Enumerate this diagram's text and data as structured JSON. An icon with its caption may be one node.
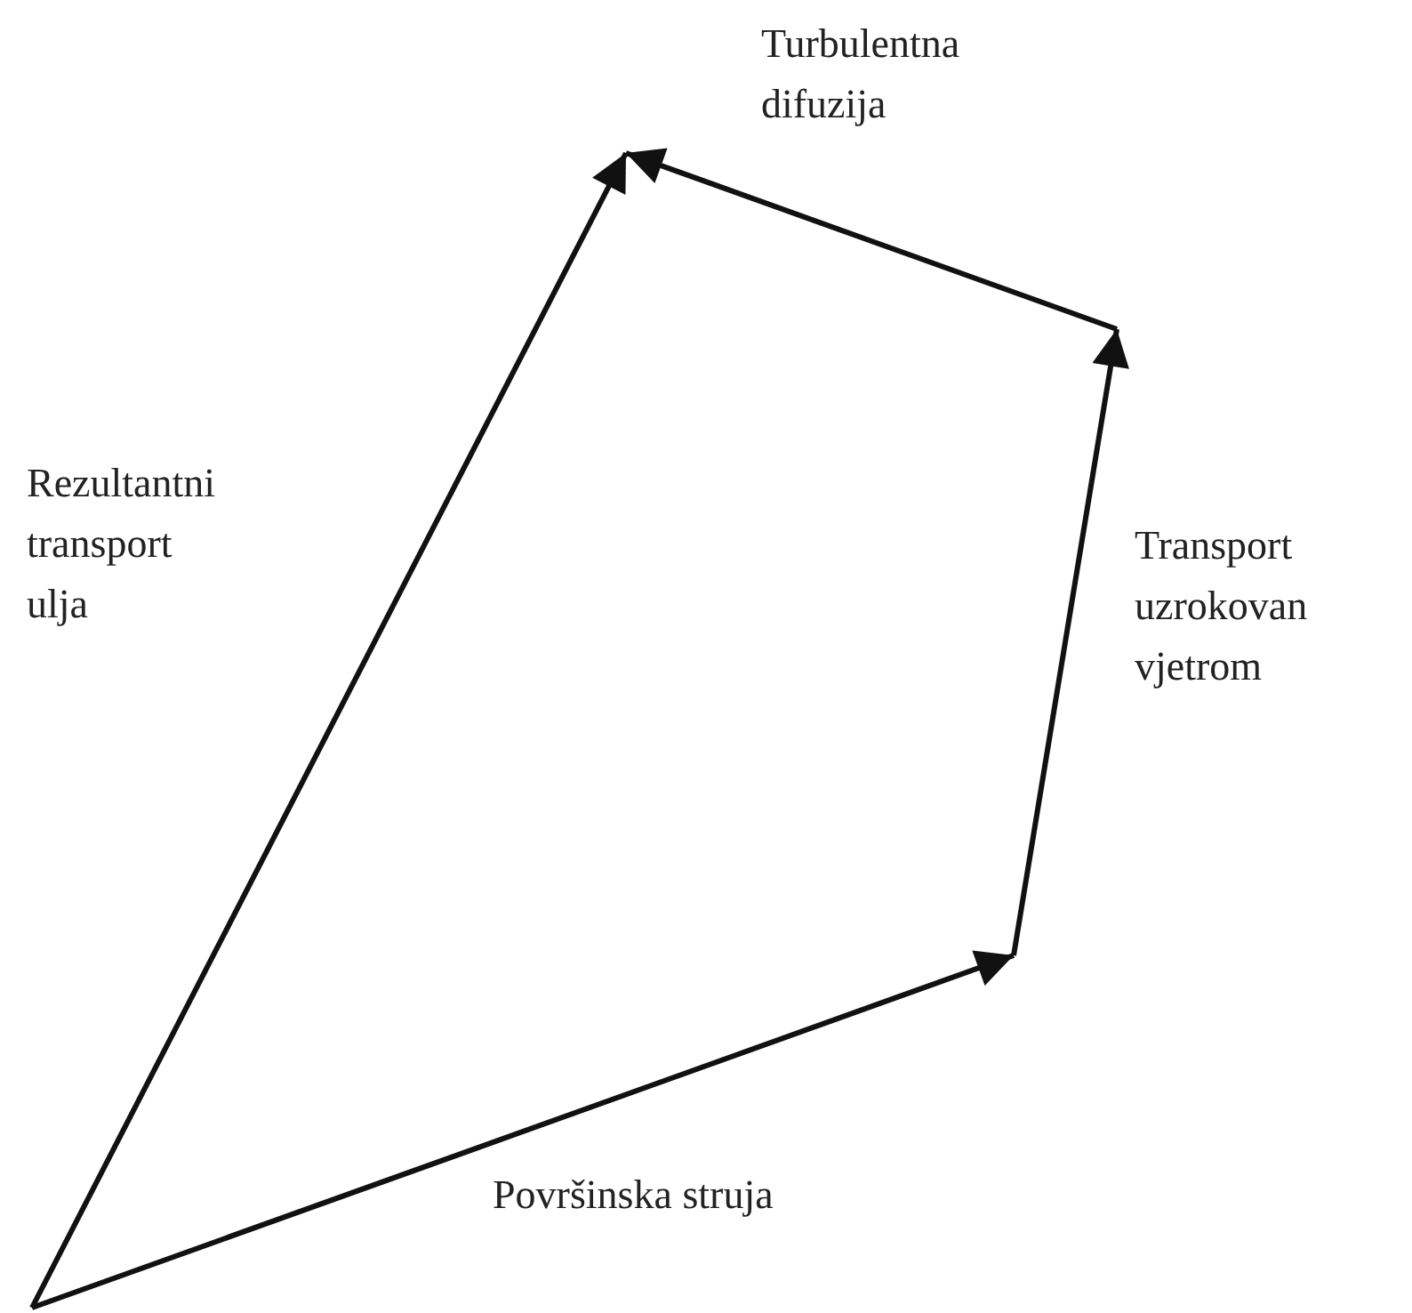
{
  "diagram": {
    "labels": [
      "Turbulentna difuzija",
      "Rezultantni transport ulja",
      "Transport uzrokovan vjetrom",
      "Površinska struja"
    ]
  }
}
